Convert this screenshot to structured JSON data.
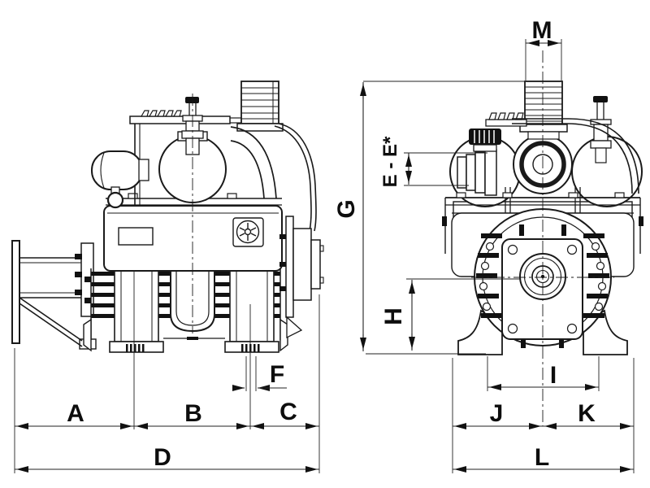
{
  "diagram": {
    "type": "technical-dimensional-drawing",
    "subject": "vacuum pump, front view (left) and end view (right)",
    "colors": {
      "line": "#1a1a1a",
      "dimension_line": "#222222",
      "label": "#0d0d0d",
      "background": "#ffffff"
    }
  },
  "dims": {
    "A": {
      "label": "A"
    },
    "B": {
      "label": "B"
    },
    "C": {
      "label": "C"
    },
    "D": {
      "label": "D"
    },
    "E": {
      "label": "E - E*"
    },
    "F": {
      "label": "F"
    },
    "G": {
      "label": "G"
    },
    "H": {
      "label": "H"
    },
    "I": {
      "label": "I"
    },
    "J": {
      "label": "J"
    },
    "K": {
      "label": "K"
    },
    "L": {
      "label": "L"
    },
    "M": {
      "label": "M"
    }
  }
}
